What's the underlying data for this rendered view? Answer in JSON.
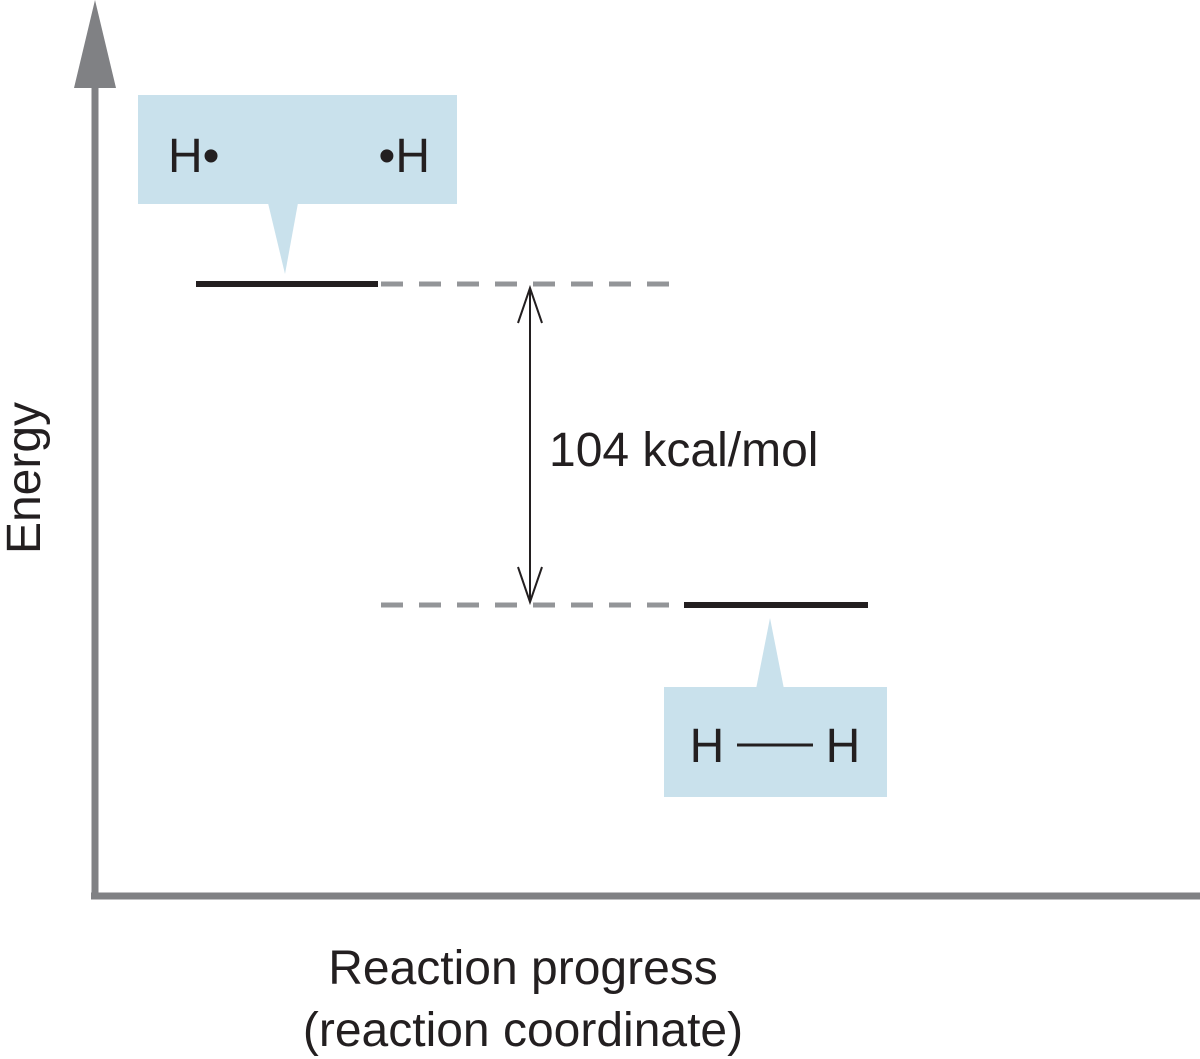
{
  "y_axis_label": "Energy",
  "x_axis_label_line1": "Reaction progress",
  "x_axis_label_line2": "(reaction coordinate)",
  "energy_gap_label": "104 kcal/mol",
  "upper_state": {
    "left_atom": "H•",
    "right_atom": "•H"
  },
  "lower_state": {
    "left_atom": "H",
    "right_atom": "H"
  },
  "colors": {
    "axis": "#808184",
    "level_line": "#231f20",
    "dashed_line": "#939598",
    "callout_fill": "#c9e1ec",
    "text": "#231f20"
  }
}
